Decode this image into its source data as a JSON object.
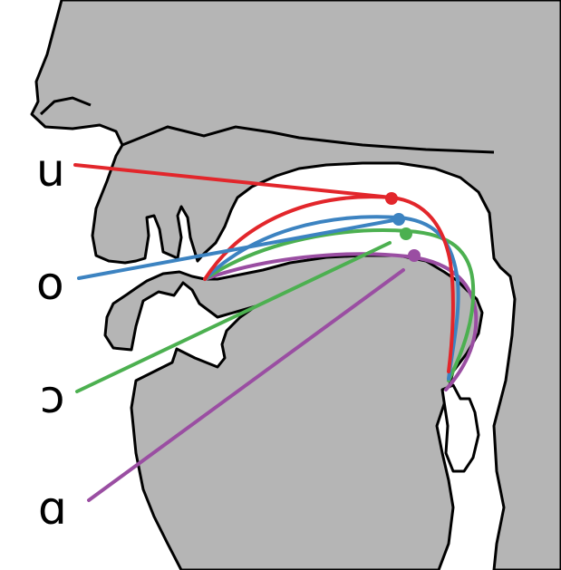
{
  "vowels": [
    {
      "id": "u",
      "symbol": "u",
      "color": "#e2262b"
    },
    {
      "id": "o",
      "symbol": "o",
      "color": "#3c83c1"
    },
    {
      "id": "open-o",
      "symbol": "ɔ",
      "color": "#4cb050"
    },
    {
      "id": "a",
      "symbol": "ɑ",
      "color": "#9a4ea2"
    }
  ],
  "colors": {
    "tissue": "#b5b5b5",
    "outline": "#000000",
    "background": "#ffffff"
  }
}
